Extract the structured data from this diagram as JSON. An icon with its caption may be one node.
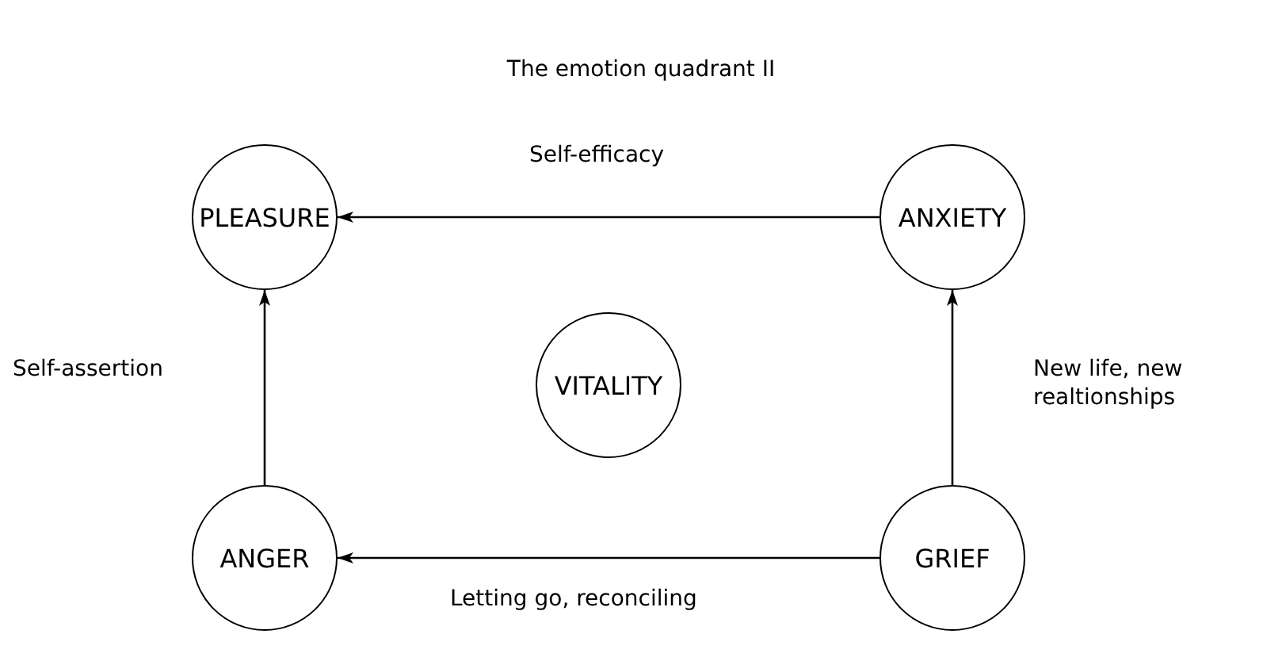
{
  "diagram": {
    "title": "The emotion quadrant II",
    "nodes": [
      {
        "text": [
          "PLEASURE"
        ]
      },
      {
        "text": [
          "ANXIETY"
        ]
      },
      {
        "text": [
          "VITALITY"
        ]
      },
      {
        "text": [
          "ANGER"
        ]
      },
      {
        "text": [
          "GRIEF"
        ]
      }
    ],
    "edges": [
      {
        "from": 1,
        "to": 0,
        "arrow": "to",
        "label": "Self-efficacy"
      },
      {
        "from": 3,
        "to": 0,
        "arrow": "to",
        "label": "Self-assertion"
      },
      {
        "from": 4,
        "to": 1,
        "arrow": "to",
        "label": "New life, new realtionships"
      },
      {
        "from": 4,
        "to": 3,
        "arrow": "to",
        "label": "Letting go, reconciling"
      }
    ]
  }
}
